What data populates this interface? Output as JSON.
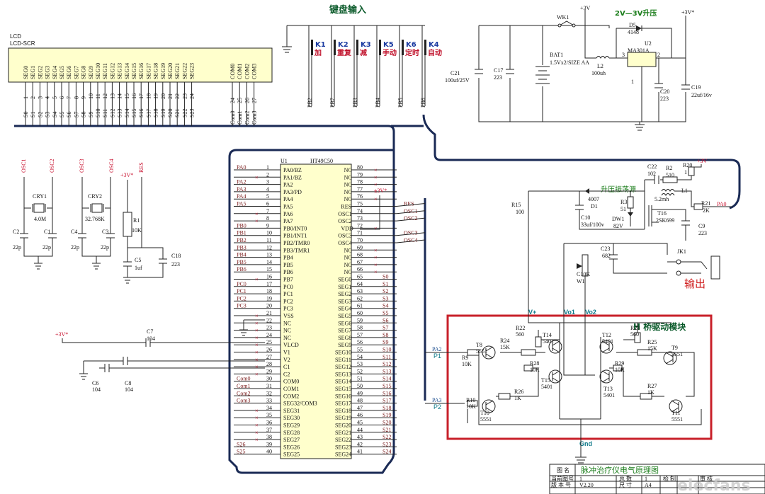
{
  "keyboard_title": "键盘输入",
  "boost_title": "2V—3V升压",
  "boost_osc_label": "升压振荡源",
  "output_label": "输出",
  "hbridge_title": "H 桥驱动模块",
  "lcd": {
    "name": "LCD",
    "part": "LCD-SCR",
    "seg_pins": [
      "SEG0",
      "SEG1",
      "SEG2",
      "SEG3",
      "SEG4",
      "SEG5",
      "SEG6",
      "SEG7",
      "SEG8",
      "SEG9",
      "SEG10",
      "SEG11",
      "SEG12",
      "SEG13",
      "SEG14",
      "SEG15",
      "SEG16",
      "SEG17",
      "SEG18",
      "SEG19",
      "SEG20",
      "SEG21",
      "SEG22",
      "SEG23"
    ],
    "pin_numbers": [
      "1",
      "2",
      "3",
      "4",
      "5",
      "6",
      "7",
      "8",
      "9",
      "10",
      "11",
      "12",
      "13",
      "14",
      "15",
      "16",
      "17",
      "18",
      "19",
      "20",
      "21",
      "22",
      "23",
      "24"
    ],
    "net_labels": [
      "S0",
      "S1",
      "S2",
      "S3",
      "S4",
      "S5",
      "S6",
      "S7",
      "S8",
      "S9",
      "S10",
      "S11",
      "S12",
      "S13",
      "S14",
      "S15",
      "S16",
      "S17",
      "S18",
      "S19",
      "S20",
      "S21",
      "S22",
      "S23"
    ],
    "com_pins": [
      "COM0",
      "COM1",
      "COM2",
      "COM3"
    ],
    "com_numbers": [
      "24",
      "25",
      "26",
      "27"
    ],
    "com_nets": [
      "Com0",
      "Com1",
      "Com2",
      "Com3"
    ]
  },
  "keys": [
    {
      "ref": "K1",
      "name": "加",
      "net": "PB2"
    },
    {
      "ref": "K2",
      "name": "重复",
      "net": "PB7"
    },
    {
      "ref": "K3",
      "name": "减",
      "net": "PB3"
    },
    {
      "ref": "K5",
      "name": "手动",
      "net": "PB4"
    },
    {
      "ref": "K6",
      "name": "定时",
      "net": "PB5"
    },
    {
      "ref": "K4",
      "name": "自动",
      "net": "PB6"
    }
  ],
  "power": {
    "wk1": "WK1",
    "vcc_label": "+3V",
    "vcc_star": "+3V*",
    "bat": "BAT1",
    "bat_value": "1.5Vx2/SIZE AA",
    "c21": "C21",
    "c21_value": "100uf/25V",
    "c17": "C17",
    "c17_value": "223",
    "l2": "L2",
    "l2_value": "100uh",
    "d5": "D5",
    "d5_value": "4148",
    "u2": "U2",
    "u2_part": "MA301A",
    "c20": "C20",
    "c20_value": "223",
    "c19": "C19",
    "c19_value": "22uf/16v",
    "pin3": "3",
    "pin2": "2",
    "pin1": "1"
  },
  "osc": {
    "osc1": "OSC1",
    "osc2": "OSC2",
    "osc3": "OSC3",
    "osc4": "OSC4",
    "res": "RES",
    "cry1": "CRY1",
    "cry1_value": "4.0M",
    "cry2": "CRY2",
    "cry2_value": "32.768K",
    "c2": "C2",
    "c1": "C1",
    "c4": "C4",
    "c3": "C3",
    "cap22p": "22p",
    "r1": "R1",
    "r1_value": "10K",
    "c5": "C5",
    "c5_value": "1uf",
    "c18": "C18",
    "c18_value": "223",
    "vcc": "+3V*"
  },
  "mcu": {
    "ref": "U1",
    "part": "HT49C50",
    "left_pins": [
      {
        "n": "1",
        "name": "PA0/BZ",
        "net": "PA0"
      },
      {
        "n": "2",
        "name": "PA1/BZ",
        "net": ""
      },
      {
        "n": "3",
        "name": "PA2",
        "net": "PA2"
      },
      {
        "n": "4",
        "name": "PA3/PD",
        "net": "PA3"
      },
      {
        "n": "5",
        "name": "PA4",
        "net": "PA4"
      },
      {
        "n": "6",
        "name": "PA5",
        "net": "PA5"
      },
      {
        "n": "7",
        "name": "PA6",
        "net": ""
      },
      {
        "n": "8",
        "name": "PA7",
        "net": ""
      },
      {
        "n": "9",
        "name": "PB0/INT0",
        "net": "PB0"
      },
      {
        "n": "10",
        "name": "PB1/INT1",
        "net": "PB1"
      },
      {
        "n": "11",
        "name": "PB2/TMR0",
        "net": "PB2"
      },
      {
        "n": "12",
        "name": "PB3/TMR1",
        "net": "PB3"
      },
      {
        "n": "13",
        "name": "PB4",
        "net": "PB4"
      },
      {
        "n": "14",
        "name": "PB5",
        "net": "PB5"
      },
      {
        "n": "15",
        "name": "PB6",
        "net": "PB6"
      },
      {
        "n": "16",
        "name": "PB7",
        "net": ""
      },
      {
        "n": "17",
        "name": "PC0",
        "net": "PC0"
      },
      {
        "n": "18",
        "name": "PC1",
        "net": "PC1"
      },
      {
        "n": "19",
        "name": "PC2",
        "net": "PC2"
      },
      {
        "n": "20",
        "name": "PC3",
        "net": "PC3"
      },
      {
        "n": "21",
        "name": "VSS",
        "net": ""
      },
      {
        "n": "22",
        "name": "NC",
        "net": ""
      },
      {
        "n": "23",
        "name": "NC",
        "net": ""
      },
      {
        "n": "24",
        "name": "NC",
        "net": ""
      },
      {
        "n": "25",
        "name": "VLCD",
        "net": ""
      },
      {
        "n": "26",
        "name": "V1",
        "net": ""
      },
      {
        "n": "27",
        "name": "V2",
        "net": ""
      },
      {
        "n": "28",
        "name": "C1",
        "net": ""
      },
      {
        "n": "29",
        "name": "C2",
        "net": ""
      },
      {
        "n": "30",
        "name": "COM0",
        "net": "Com0"
      },
      {
        "n": "31",
        "name": "COM1",
        "net": "Com1"
      },
      {
        "n": "32",
        "name": "COM2",
        "net": "Com2"
      },
      {
        "n": "33",
        "name": "SEG32/COM3",
        "net": "Com3"
      },
      {
        "n": "34",
        "name": "SEG31",
        "net": ""
      },
      {
        "n": "35",
        "name": "SEG30",
        "net": ""
      },
      {
        "n": "36",
        "name": "SEG29",
        "net": ""
      },
      {
        "n": "37",
        "name": "SEG28",
        "net": ""
      },
      {
        "n": "38",
        "name": "SEG27",
        "net": ""
      },
      {
        "n": "39",
        "name": "SEG26",
        "net": "S26"
      },
      {
        "n": "40",
        "name": "SEG25",
        "net": "S25"
      }
    ],
    "right_pins": [
      {
        "n": "80",
        "name": "NC",
        "net": ""
      },
      {
        "n": "79",
        "name": "NC",
        "net": ""
      },
      {
        "n": "78",
        "name": "NC",
        "net": ""
      },
      {
        "n": "77",
        "name": "NC",
        "net": ""
      },
      {
        "n": "76",
        "name": "NC",
        "net": ""
      },
      {
        "n": "75",
        "name": "RES",
        "net": "RES"
      },
      {
        "n": "74",
        "name": "OSC1",
        "net": "OSC1"
      },
      {
        "n": "73",
        "name": "OSC2",
        "net": "OSC2"
      },
      {
        "n": "72",
        "name": "VDD",
        "net": ""
      },
      {
        "n": "71",
        "name": "OSC3",
        "net": "OSC3"
      },
      {
        "n": "70",
        "name": "OSC4",
        "net": "OSC4"
      },
      {
        "n": "69",
        "name": "NC",
        "net": ""
      },
      {
        "n": "68",
        "name": "NC",
        "net": ""
      },
      {
        "n": "67",
        "name": "NC",
        "net": ""
      },
      {
        "n": "66",
        "name": "NC",
        "net": ""
      },
      {
        "n": "65",
        "name": "SEG0",
        "net": "S0"
      },
      {
        "n": "64",
        "name": "SEG1",
        "net": "S1"
      },
      {
        "n": "63",
        "name": "SEG2",
        "net": "S2"
      },
      {
        "n": "62",
        "name": "SEG3",
        "net": "S3"
      },
      {
        "n": "61",
        "name": "SEG4",
        "net": "S4"
      },
      {
        "n": "60",
        "name": "SEG5",
        "net": "S5"
      },
      {
        "n": "59",
        "name": "SEG6",
        "net": "S6"
      },
      {
        "n": "58",
        "name": "SEG7",
        "net": "S7"
      },
      {
        "n": "57",
        "name": "SEG8",
        "net": "S8"
      },
      {
        "n": "56",
        "name": "SEG9",
        "net": "S9"
      },
      {
        "n": "55",
        "name": "SEG10",
        "net": "S10"
      },
      {
        "n": "54",
        "name": "SEG11",
        "net": "S11"
      },
      {
        "n": "53",
        "name": "SEG12",
        "net": "S12"
      },
      {
        "n": "52",
        "name": "SEG13",
        "net": "S13"
      },
      {
        "n": "51",
        "name": "SEG14",
        "net": "S14"
      },
      {
        "n": "50",
        "name": "SEG15",
        "net": "S15"
      },
      {
        "n": "49",
        "name": "SEG16",
        "net": "S16"
      },
      {
        "n": "48",
        "name": "SEG17",
        "net": "S17"
      },
      {
        "n": "47",
        "name": "SEG18",
        "net": "S18"
      },
      {
        "n": "46",
        "name": "SEG19",
        "net": "S19"
      },
      {
        "n": "45",
        "name": "SEG20",
        "net": "S20"
      },
      {
        "n": "44",
        "name": "SEG21",
        "net": "S21"
      },
      {
        "n": "43",
        "name": "SEG22",
        "net": "S22"
      },
      {
        "n": "42",
        "name": "SEG23",
        "net": "S23"
      },
      {
        "n": "41",
        "name": "SEG24",
        "net": "S24"
      }
    ]
  },
  "caps": {
    "c7": "C7",
    "c7_value": "104",
    "c6": "C6",
    "c6_value": "104",
    "c8": "C8",
    "c8_value": "104",
    "vcc": "+3V*"
  },
  "booster": {
    "c22": "C22",
    "c22_value": "102",
    "r2": "R2",
    "r2_value": "510",
    "r20": "R20",
    "r20_value": "1",
    "vcc": "+3V",
    "l1_value": "5.2mh",
    "l1": "L1",
    "r21": "R21",
    "r21_value": "2K",
    "pa0": "PA0",
    "r15": "R15",
    "r15_value": "100",
    "d1_value": "4007",
    "d1": "D1",
    "c10": "C10",
    "c10_value": "33uf/100v",
    "r3": "R3",
    "r3_value": "51",
    "dw1": "DW1",
    "dw1_value": "82V",
    "t16": "T16",
    "t16_part": "2SK699",
    "c9": "C9",
    "c9_value": "223",
    "c23": "C23",
    "c23_value": "682",
    "jk1": "JK1",
    "pot": "C10K",
    "pot_ref": "W1"
  },
  "hbridge": {
    "vplus": "V+",
    "vo1": "Vo1",
    "vo2": "Vo2",
    "gnd": "Gnd",
    "pa2": "PA2",
    "p1": "P1",
    "pa3": "PA3",
    "p2": "P2",
    "parts": [
      {
        "ref": "R22",
        "v": "560"
      },
      {
        "ref": "R23",
        "v": "560"
      },
      {
        "ref": "T14",
        "v": "5401"
      },
      {
        "ref": "T12",
        "v": "5401"
      },
      {
        "ref": "R24",
        "v": "15K"
      },
      {
        "ref": "R25",
        "v": "15K"
      },
      {
        "ref": "T8",
        "v": "5551"
      },
      {
        "ref": "T9",
        "v": "5551"
      },
      {
        "ref": "R9",
        "v": "10K"
      },
      {
        "ref": "R28",
        "v": "10K"
      },
      {
        "ref": "R29",
        "v": "10K"
      },
      {
        "ref": "T15",
        "v": "5401"
      },
      {
        "ref": "T13",
        "v": "5401"
      },
      {
        "ref": "R26",
        "v": "1K"
      },
      {
        "ref": "R27",
        "v": "1K"
      },
      {
        "ref": "R10",
        "v": "10K"
      },
      {
        "ref": "T10",
        "v": "5551"
      },
      {
        "ref": "T11",
        "v": "5551"
      }
    ]
  },
  "titleblock": {
    "label_name": "图 名",
    "drawing_name": "脉冲治疗仪电气原理图",
    "label_no": "当前图号",
    "no": "1",
    "label_total": "总 数",
    "total": "1",
    "label_check": "检 制",
    "label_approve": "审 核",
    "label_ver": "版 本 号",
    "ver": "V2.20",
    "label_size": "尺 寸",
    "size": "A4"
  },
  "watermark": "elecfans"
}
